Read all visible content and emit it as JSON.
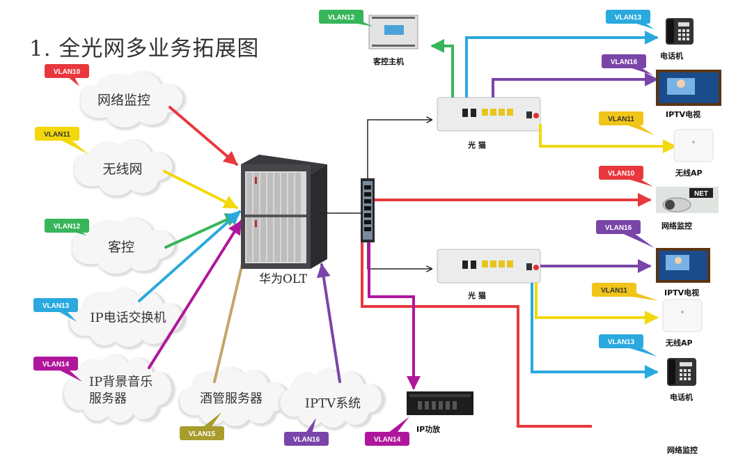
{
  "title": "1. 全光网多业务拓展图",
  "colors": {
    "red": "#e8383d",
    "yellow": "#f2d80c",
    "green": "#37b55a",
    "cyan": "#29a9de",
    "magenta": "#b0169c",
    "tan": "#c3a56a",
    "purple": "#7a45a8",
    "black": "#222222"
  },
  "left_sources": [
    {
      "text": "网络监控",
      "tag": "VLAN10"
    },
    {
      "text": "无线网",
      "tag": "VLAN11"
    },
    {
      "text": "客控",
      "tag": "VLAN12"
    },
    {
      "text": "IP电话交换机",
      "tag": "VLAN13"
    },
    {
      "line1": "IP背景音乐",
      "line2": "服务器",
      "tag": "VLAN14"
    }
  ],
  "bottom_sources": [
    {
      "text": "酒管服务器",
      "tag": "VLAN15"
    },
    {
      "text": "IPTV系统",
      "tag": "VLAN16"
    }
  ],
  "olt_label": "华为OLT",
  "amp": {
    "label": "IP功放",
    "tag": "VLAN14"
  },
  "onu_top": {
    "label": "光 猫"
  },
  "onu_bottom": {
    "label": "光 猫"
  },
  "right_devices": {
    "control_host": {
      "label": "客控主机",
      "tag": "VLAN12"
    },
    "phone1": {
      "label": "电话机",
      "tag": "VLAN13"
    },
    "tv1": {
      "label": "IPTV电视",
      "tag": "VLAN16"
    },
    "ap1": {
      "label": "无线AP",
      "tag": "VLAN11"
    },
    "camera1": {
      "label": "网络监控",
      "tag": "VLAN10",
      "badge": "NET"
    },
    "tv2": {
      "label": "IPTV电视",
      "tag": "VLAN16"
    },
    "ap2": {
      "label": "无线AP",
      "tag": "VLAN11"
    },
    "phone2": {
      "label": "电话机",
      "tag": "VLAN13"
    },
    "camera2": {
      "label": "网络监控"
    }
  }
}
